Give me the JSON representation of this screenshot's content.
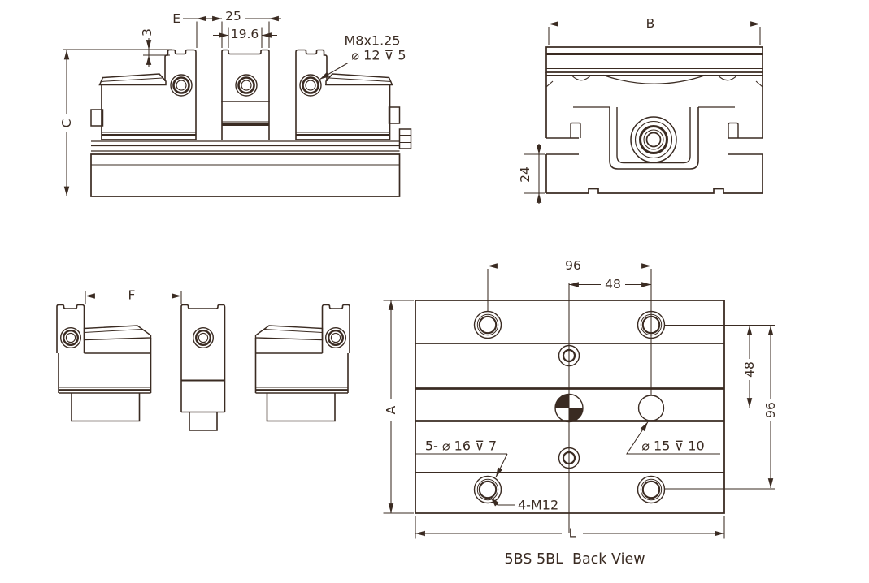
{
  "drawing": {
    "colors": {
      "line": "#3a2b22",
      "background": "#ffffff"
    },
    "front_view": {
      "dim_e": "E",
      "dim_25": "25",
      "dim_19_6": "19.6",
      "dim_3": "3",
      "dim_c": "C",
      "thread_callout": "M8x1.25",
      "counterbore_callout": "⌀ 12 ⊽ 5"
    },
    "side_view": {
      "dim_b": "B",
      "dim_24": "24"
    },
    "jaws_view": {
      "dim_f": "F"
    },
    "back_view": {
      "dim_96_top": "96",
      "dim_48_top": "48",
      "dim_a": "A",
      "dim_48_right": "48",
      "dim_96_right": "96",
      "counterbore_callout": "5- ⌀ 16 ⊽ 7",
      "hole_callout": "⌀ 15 ⊽ 10",
      "thread_callout": "4-M12",
      "dim_l": "L",
      "caption": "5BS 5BL  Back View"
    }
  }
}
